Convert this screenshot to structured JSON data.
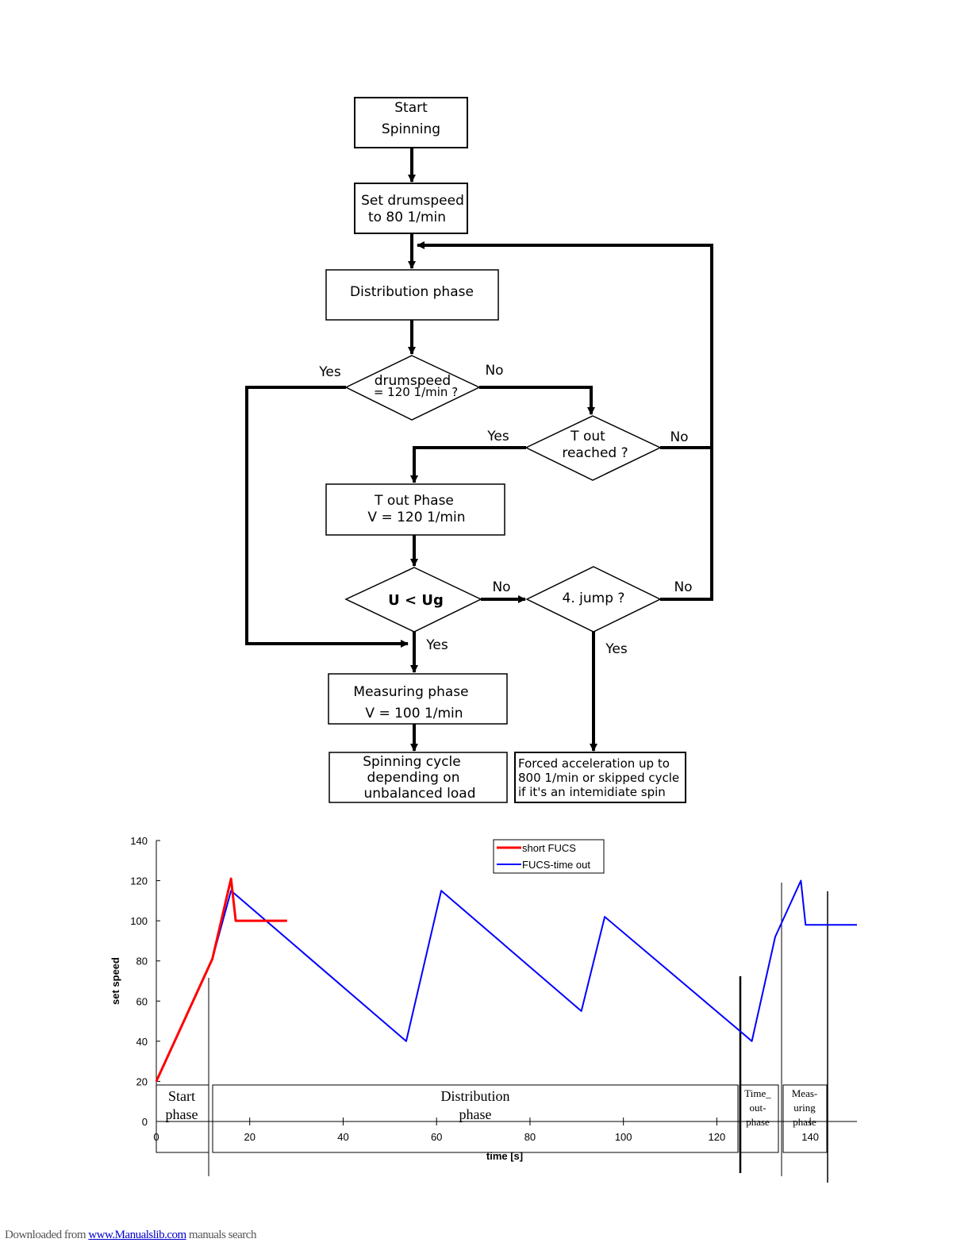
{
  "flowchart": {
    "start": [
      "Start",
      "Spinning"
    ],
    "set_drumspeed": [
      "Set drumspeed",
      "to 80 1/min"
    ],
    "distribution": "Distribution phase",
    "decision_drumspeed": [
      "drumspeed",
      "= 120 1/min ?"
    ],
    "decision_tout": [
      "T out",
      "reached ?"
    ],
    "tout_phase": [
      "T out Phase",
      "V = 120 1/min"
    ],
    "decision_u": "U < Ug",
    "decision_jump": "4. jump ?",
    "measuring": [
      "Measuring phase",
      "V = 100 1/min"
    ],
    "spinning_cycle": [
      "Spinning cycle",
      "depending on",
      "unbalanced load"
    ],
    "forced": [
      "Forced acceleration up to",
      "800 1/min or skipped cycle",
      "if it's an intemidiate spin"
    ],
    "yes": "Yes",
    "no": "No"
  },
  "chart_data": {
    "type": "line",
    "xlabel": "time [s]",
    "ylabel": "set speed",
    "xlim": [
      0,
      150
    ],
    "ylim": [
      0,
      140
    ],
    "xticks": [
      0,
      20,
      40,
      60,
      80,
      100,
      120,
      140
    ],
    "yticks": [
      0,
      20,
      40,
      60,
      80,
      100,
      120,
      140
    ],
    "legend_position": "top-center",
    "series": [
      {
        "name": "short FUCS",
        "color": "#ff0000",
        "x": [
          0,
          12,
          16,
          17,
          28
        ],
        "y": [
          20,
          81,
          121,
          100,
          100
        ]
      },
      {
        "name": "FUCS-time out",
        "color": "#0000ff",
        "x": [
          0,
          12,
          16,
          53.5,
          61,
          91,
          96,
          126,
          127.5,
          132.5,
          138,
          139,
          150
        ],
        "y": [
          20,
          81,
          115,
          40,
          115,
          55,
          102,
          43,
          40,
          92,
          120,
          98,
          98
        ]
      }
    ],
    "phases": [
      {
        "label_lines": [
          "Start",
          "phase"
        ]
      },
      {
        "label_lines": [
          "Distribution",
          "phase"
        ]
      },
      {
        "label_lines": [
          "Time_",
          "out-",
          "phase"
        ]
      },
      {
        "label_lines": [
          "Meas-",
          "uring",
          "phase"
        ]
      }
    ]
  },
  "footer": {
    "prefix": "Downloaded from",
    "link": "www.Manualslib.com",
    "suffix": "manuals search"
  }
}
